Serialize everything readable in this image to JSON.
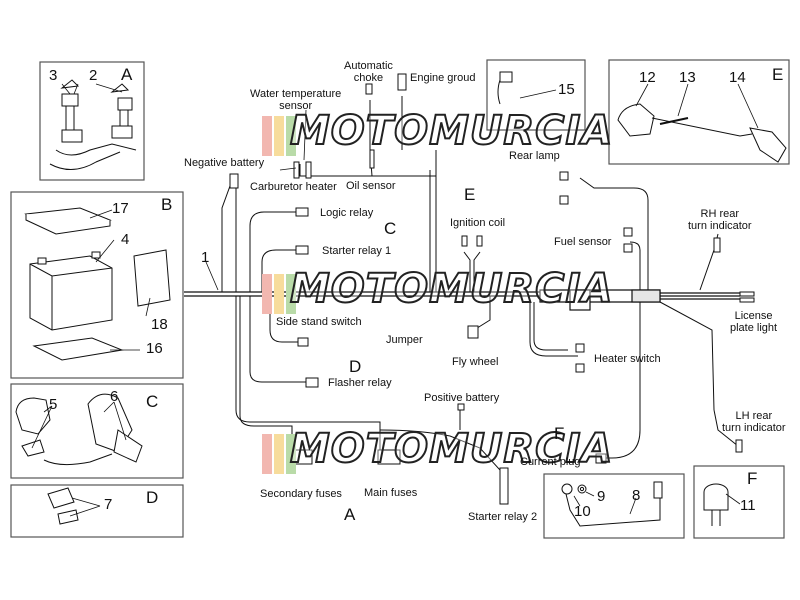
{
  "colors": {
    "line": "#111111",
    "frame": "#555555",
    "wm_bars": [
      "#f2b7b0",
      "#f7dc9c",
      "#b9dba8"
    ]
  },
  "watermark": {
    "text": "MOTOMURCIA"
  },
  "labels": {
    "water_temperature_sensor": "Water temperature\nsensor",
    "automatic_choke": "Automatic\nchoke",
    "engine_groud": "Engine groud",
    "negative_battery": "Negative battery",
    "carburetor_heater": "Carburetor heater",
    "oil_sensor": "Oil sensor",
    "rear_lamp": "Rear lamp",
    "logic_relay": "Logic relay",
    "ignition_coil": "Ignition coil",
    "rh_rear_turn_indicator": "RH rear\nturn indicator",
    "starter_relay_1": "Starter relay 1",
    "fuel_sensor": "Fuel sensor",
    "license_plate_light": "License\nplate light",
    "side_stand_switch": "Side stand switch",
    "jumper": "Jumper",
    "fly_wheel": "Fly wheel",
    "heater_switch": "Heater switch",
    "flasher_relay": "Flasher relay",
    "positive_battery": "Positive battery",
    "lh_rear_turn_indicator": "LH rear\nturn indicator",
    "current_plug": "Current plug",
    "secondary_fuses": "Secondary fuses",
    "main_fuses": "Main fuses",
    "starter_relay_2": "Starter relay 2"
  },
  "sections": {
    "A_top": "A",
    "B": "B",
    "C_left": "C",
    "D_left": "D",
    "A_bottom": "A",
    "C_mid": "C",
    "D_mid": "D",
    "E_mid": "E",
    "F_mid": "F",
    "E_box": "E",
    "F_box": "F"
  },
  "numbers": {
    "n1": "1",
    "n2": "2",
    "n3": "3",
    "n4": "4",
    "n5": "5",
    "n6": "6",
    "n7": "7",
    "n8": "8",
    "n9": "9",
    "n10": "10",
    "n11": "11",
    "n12": "12",
    "n13": "13",
    "n14": "14",
    "n15": "15",
    "n16": "16",
    "n17": "17",
    "n18": "18"
  }
}
